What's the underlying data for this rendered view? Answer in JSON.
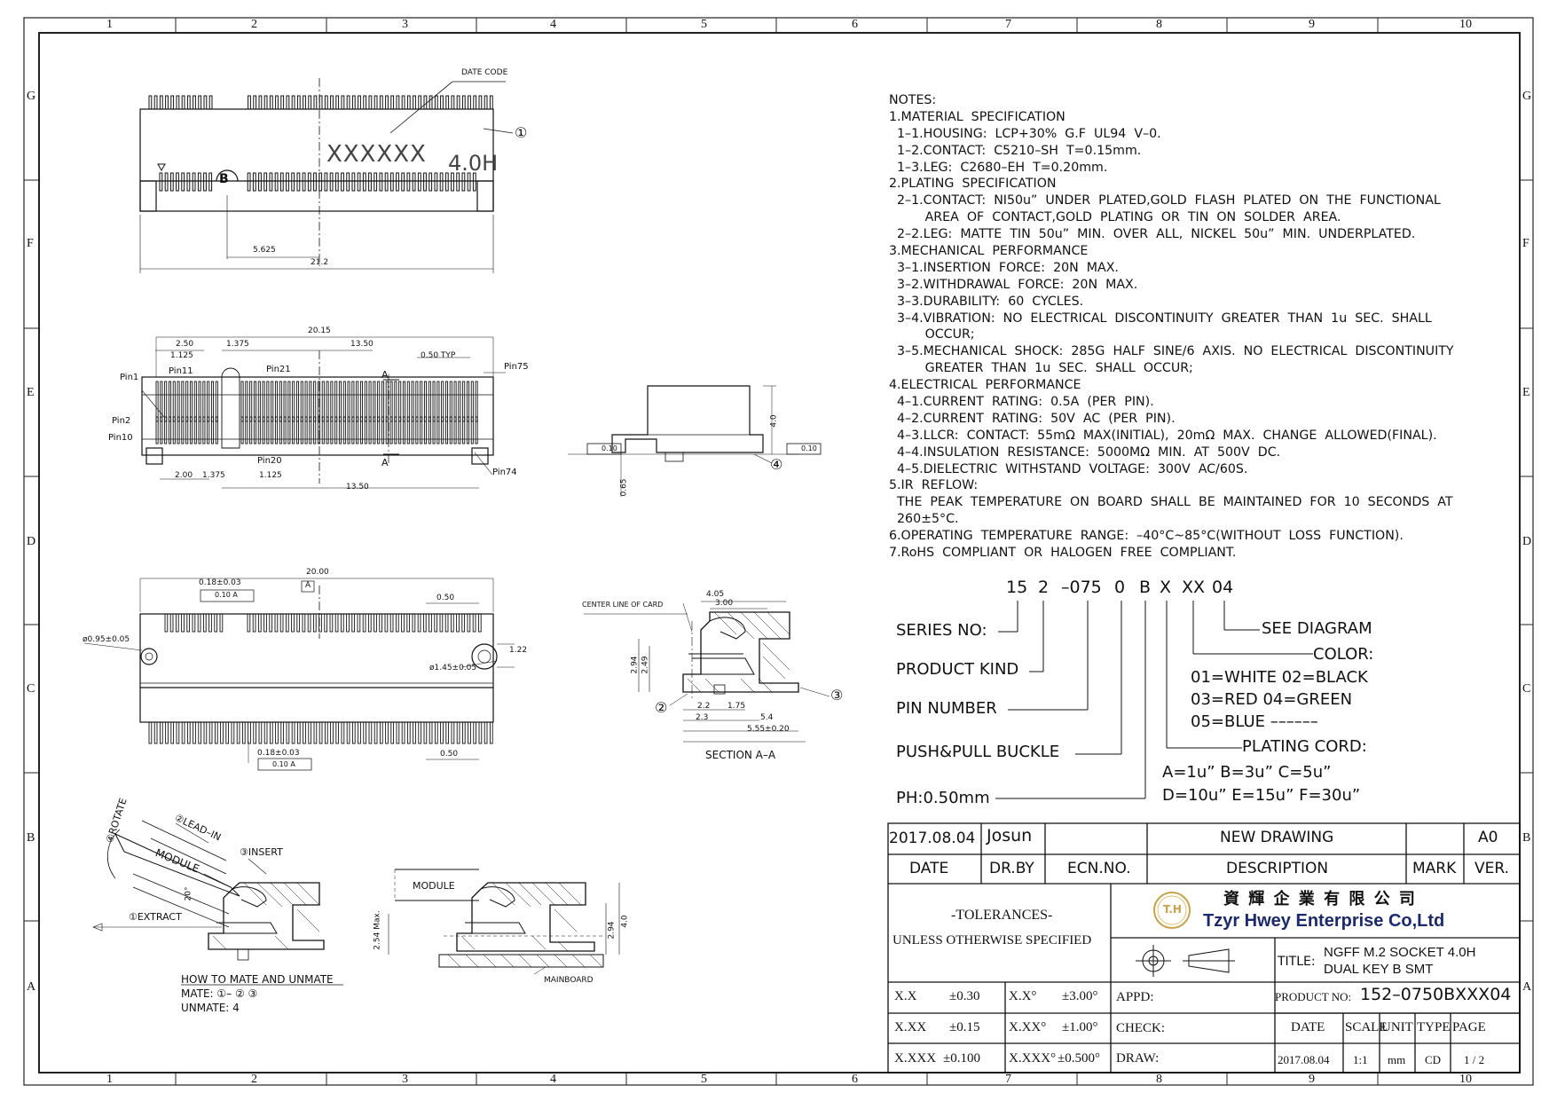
{
  "zone_columns": [
    "1",
    "2",
    "3",
    "4",
    "5",
    "6",
    "7",
    "8",
    "9",
    "10"
  ],
  "zone_rows": [
    "G",
    "F",
    "E",
    "D",
    "C",
    "B",
    "A"
  ],
  "top_view": {
    "date_code_label": "DATE CODE",
    "marking": "XXXXXX",
    "height_mark": "4.0H",
    "key_letter": "B",
    "balloon": "①",
    "dim_5625": "5.625",
    "dim_212": "21.2"
  },
  "pin_view": {
    "dim_2015": "20.15",
    "dim_250": "2.50",
    "dim_1375": "1.375",
    "dim_1350": "13.50",
    "dim_1125": "1.125",
    "dim_050typ": "0.50 TYP",
    "dim_200": "2.00",
    "dim_1375b": "1.375",
    "dim_1125b": "1.125",
    "dim_1350b": "13.50",
    "section_mark": "A",
    "pins": [
      "Pin1",
      "Pin11",
      "Pin21",
      "Pin75",
      "Pin2",
      "Pin10",
      "Pin20",
      "Pin74"
    ]
  },
  "side_view": {
    "dim_40": "4.0",
    "flat_010": "0.10",
    "dim_065": "0.65",
    "balloon": "④"
  },
  "bottom_view": {
    "dim_2000": "20.00",
    "tol_018": "0.18±0.03",
    "gdt": "0.10 A",
    "datum": "A",
    "dim_050": "0.50",
    "hole_095": "ø0.95±0.05",
    "hole_145": "ø1.45±0.05",
    "dim_122": "1.22"
  },
  "section_view": {
    "center_line": "CENTER LINE OF CARD",
    "dim_405": "4.05",
    "dim_300": "3.00",
    "dim_294": "2.94",
    "dim_249": "2.49",
    "dim_22": "2.2",
    "dim_175": "1.75",
    "dim_23": "2.3",
    "dim_54": "5.4",
    "dim_555": "5.55±0.20",
    "balloon_2": "②",
    "balloon_3": "③",
    "caption": "SECTION  A–A"
  },
  "mating_view": {
    "rotate": "④ROTATE",
    "lead_in": "②LEAD–IN",
    "insert": "③INSERT",
    "module": "MODULE",
    "angle": "20°",
    "extract": "①EXTRACT",
    "title": "HOW TO MATE AND UNMATE",
    "mate": "MATE: ①– ②   ③",
    "unmate": "UNMATE:  4"
  },
  "mounted_view": {
    "module": "MODULE",
    "mainboard": "MAINBOARD",
    "dim_254": "2.54 Max.",
    "dim_294": "2.94",
    "dim_40": "4.0"
  },
  "notes": [
    "NOTES:",
    "1.MATERIAL  SPECIFICATION",
    "  1–1.HOUSING:  LCP+30%  G.F  UL94  V–0.",
    "  1–2.CONTACT:  C5210–SH  T=0.15mm.",
    "  1–3.LEG:  C2680–EH  T=0.20mm.",
    "2.PLATING  SPECIFICATION",
    "  2–1.CONTACT:  NI50u”  UNDER  PLATED,GOLD  FLASH  PLATED  ON  THE  FUNCTIONAL",
    "         AREA  OF  CONTACT,GOLD  PLATING  OR  TIN  ON  SOLDER  AREA.",
    "  2–2.LEG:  MATTE  TIN  50u”  MIN.  OVER  ALL,  NICKEL  50u”  MIN.  UNDERPLATED.",
    "3.MECHANICAL  PERFORMANCE",
    "  3–1.INSERTION  FORCE:  20N  MAX.",
    "  3–2.WITHDRAWAL  FORCE:  20N  MAX.",
    "  3–3.DURABILITY:  60  CYCLES.",
    "  3–4.VIBRATION:  NO  ELECTRICAL  DISCONTINUITY  GREATER  THAN  1u  SEC.  SHALL",
    "         OCCUR;",
    "  3–5.MECHANICAL  SHOCK:  285G  HALF  SINE/6  AXIS.  NO  ELECTRICAL  DISCONTINUITY",
    "         GREATER  THAN  1u  SEC.  SHALL  OCCUR;",
    "4.ELECTRICAL  PERFORMANCE",
    "  4–1.CURRENT  RATING:  0.5A  (PER  PIN).",
    "  4–2.CURRENT  RATING:  50V  AC  (PER  PIN).",
    "  4–3.LLCR:  CONTACT:  55mΩ  MAX(INITIAL),  20mΩ  MAX.  CHANGE  ALLOWED(FINAL).",
    "  4–4.INSULATION  RESISTANCE:  5000MΩ  MIN.  AT  500V  DC.",
    "  4–5.DIELECTRIC  WITHSTAND  VOLTAGE:  300V  AC/60S.",
    "5.IR  REFLOW:",
    "  THE  PEAK  TEMPERATURE  ON  BOARD  SHALL  BE  MAINTAINED  FOR  10  SECONDS  AT",
    "  260±5°C.",
    "6.OPERATING  TEMPERATURE  RANGE:  –40°C~85°C(WITHOUT  LOSS  FUNCTION).",
    "7.RoHS  COMPLIANT  OR  HALOGEN  FREE  COMPLIANT."
  ],
  "part_code": {
    "segments": [
      "15",
      "2",
      "–075",
      "0",
      "B",
      "X",
      "XX",
      "04"
    ],
    "series_no": "SERIES  NO:",
    "product_kind": "PRODUCT  KIND",
    "pin_number": "PIN  NUMBER",
    "push_pull": "PUSH&PULL  BUCKLE",
    "pitch": "PH:0.50mm",
    "see_diagram": "SEE  DIAGRAM",
    "color_label": "COLOR:",
    "colors": [
      "01=WHITE  02=BLACK",
      "03=RED     04=GREEN",
      "05=BLUE   ––––––"
    ],
    "plating_label": "PLATING  CORD:",
    "plating": [
      "A=1u”    B=3u”    C=5u”",
      "D=10u”  E=15u”  F=30u”"
    ]
  },
  "title_block": {
    "rev_date": "2017.08.04",
    "rev_by": "Josun",
    "rev_desc": "NEW  DRAWING",
    "rev_ver": "A0",
    "h_date": "DATE",
    "h_drby": "DR.BY",
    "h_ecn": "ECN.NO.",
    "h_desc": "DESCRIPTION",
    "h_mark": "MARK",
    "h_ver": "VER.",
    "tolerances": "-TOLERANCES-",
    "unless": "UNLESS OTHERWISE SPECIFIED",
    "company_cn": "資 輝 企 業 有 限 公 司",
    "company_en": "Tzyr Hwey Enterprise Co,Ltd",
    "logo_text": "T.H",
    "title_label": "TITLE:",
    "title_1": "NGFF M.2 SOCKET 4.0H",
    "title_2": "DUAL KEY B SMT",
    "product_no_label": "PRODUCT NO:",
    "product_no": "152–0750BXXX04",
    "tol_rows": [
      [
        "X.X",
        "±0.30",
        "X.X°",
        "±3.00°"
      ],
      [
        "X.XX",
        "±0.15",
        "X.XX°",
        "±1.00°"
      ],
      [
        "X.XXX",
        "±0.100",
        "X.XXX°",
        "±0.500°"
      ]
    ],
    "appd": "APPD:",
    "check": "CHECK:",
    "draw": "DRAW:",
    "f_date": "DATE",
    "f_scale": "SCALE",
    "f_unit": "UNIT",
    "f_type": "TYPE",
    "f_page": "PAGE",
    "v_date": "2017.08.04",
    "v_scale": "1:1",
    "v_unit": "mm",
    "v_type": "CD",
    "v_page": "1 / 2"
  }
}
